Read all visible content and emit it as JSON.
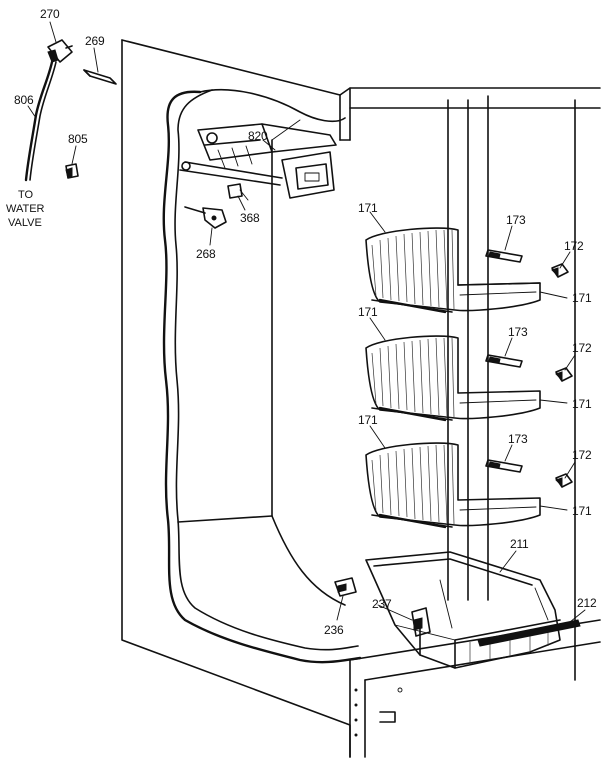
{
  "callouts": {
    "c270": "270",
    "c269": "269",
    "c806": "806",
    "c805": "805",
    "c820": "820",
    "c368": "368",
    "c268": "268",
    "c171a": "171",
    "c171b": "171",
    "c171c": "171",
    "c171d": "171",
    "c171e": "171",
    "c171f": "171",
    "c173a": "173",
    "c173b": "173",
    "c173c": "173",
    "c172a": "172",
    "c172b": "172",
    "c172c": "172",
    "c211": "211",
    "c212": "212",
    "c236": "236",
    "c237": "237"
  },
  "note": {
    "line1": "TO",
    "line2": "WATER",
    "line3": "VALVE"
  },
  "colors": {
    "ink": "#111111",
    "paper": "#ffffff"
  }
}
